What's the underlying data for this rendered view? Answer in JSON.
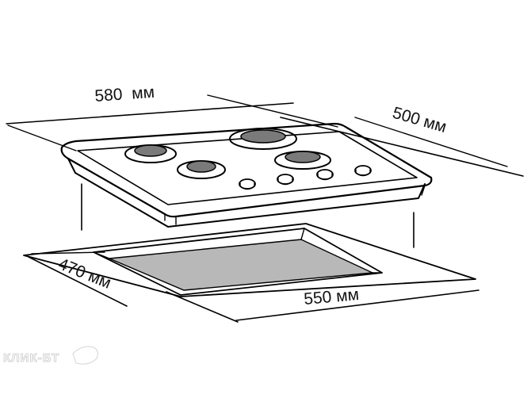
{
  "dimensions": {
    "hob_width": "580  мм",
    "hob_depth": "500 мм",
    "cutout_depth": "470 мм",
    "cutout_width": "550 мм"
  },
  "watermark": "КЛИК-БТ",
  "colors": {
    "line": "#000000",
    "cutout_fill": "#b8b8b8",
    "burner": "#7a7a7a",
    "background": "#ffffff"
  }
}
